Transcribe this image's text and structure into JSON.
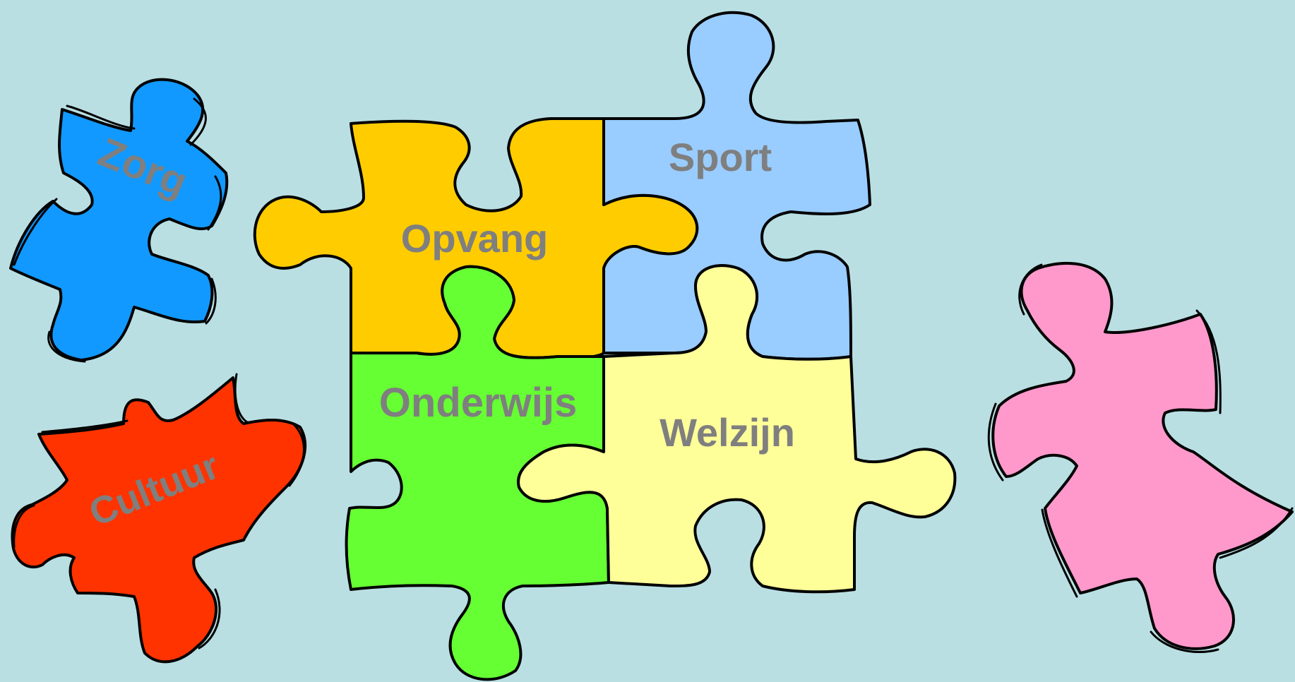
{
  "pieces": {
    "zorg": {
      "label": "Zorg",
      "color": "#1199ff"
    },
    "cultuur": {
      "label": "Cultuur",
      "color": "#ff3300"
    },
    "opvang": {
      "label": "Opvang",
      "color": "#ffcc00"
    },
    "sport": {
      "label": "Sport",
      "color": "#99ccff"
    },
    "onderwijs": {
      "label": "Onderwijs",
      "color": "#66ff33"
    },
    "welzijn": {
      "label": "Welzijn",
      "color": "#ffff99"
    },
    "blank": {
      "label": "",
      "color": "#ff99cc"
    }
  },
  "background": "#b9dfe3"
}
